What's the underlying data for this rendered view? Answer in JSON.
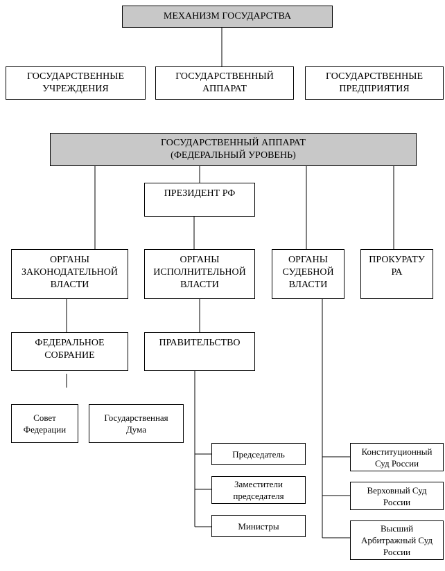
{
  "mechanism": {
    "title": "МЕХАНИЗМ ГОСУДАРСТВА",
    "children": [
      "ГОСУДАРСТВЕННЫЕ\nУЧРЕЖДЕНИЯ",
      "ГОСУДАРСТВЕННЫЙ\nАППАРАТ",
      "ГОСУДАРСТВЕННЫЕ\nПРЕДПРИЯТИЯ"
    ]
  },
  "apparatus": {
    "title": "ГОСУДАРСТВЕННЫЙ АППАРАТ\n(ФЕДЕРАЛЬНЫЙ УРОВЕНЬ)",
    "president": "ПРЕЗИДЕНТ РФ",
    "legislative": "ОРГАНЫ\nЗАКОНОДАТЕЛЬНОЙ\nВЛАСТИ",
    "executive": "ОРГАНЫ\nИСПОЛНИТЕЛЬНОЙ\nВЛАСТИ",
    "judicial": "ОРГАНЫ\nСУДЕБНОЙ\nВЛАСТИ",
    "prosecutor": "ПРОКУРАТУ\nРА",
    "federal_assembly": "ФЕДЕРАЛЬНОЕ\nСОБРАНИЕ",
    "federation_council": "Совет\nФедерации",
    "state_duma": "Государственная\nДума",
    "government": "ПРАВИТЕЛЬСТВО",
    "government_members": [
      "Председатель",
      "Заместители\nпредседателя",
      "Министры"
    ],
    "courts": [
      "Конституционный\nСуд России",
      "Верховный Суд\nРоссии",
      "Высший\nАрбитражный Суд\nРоссии"
    ]
  }
}
